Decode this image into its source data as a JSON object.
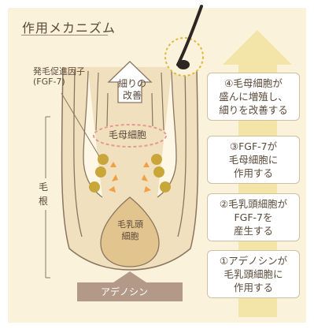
{
  "title": "作用メカニズム",
  "labels": {
    "growth_factor": [
      "発毛促進因子",
      "(FGF-7)"
    ],
    "hair_improve": [
      "細りの",
      "改善"
    ],
    "hair_matrix": "毛母細胞",
    "dermal_papilla": [
      "毛乳頭",
      "細胞"
    ],
    "hair_root": [
      "毛",
      "根"
    ],
    "adenosine": "アデノシン"
  },
  "steps": [
    [
      "④毛母細胞が",
      "盛んに増殖し、",
      "細りを改善する"
    ],
    [
      "③FGF-7が",
      "毛母細胞に",
      "作用する"
    ],
    [
      "②毛乳頭細胞が",
      "FGF-7を",
      "産生する"
    ],
    [
      "①アデノシンが",
      "毛乳頭細胞に",
      "作用する"
    ]
  ],
  "colors": {
    "panel": "#fbf2dc",
    "follicle_fill": "#f0e0bd",
    "follicle_stroke": "#8a7560",
    "matrix_ring": "#e79a8e",
    "balls": "#c9a63a",
    "arrows_small": "#f1a045",
    "adenosine_bar": "#b39a88",
    "side_arrow": "#f3e4a8"
  }
}
